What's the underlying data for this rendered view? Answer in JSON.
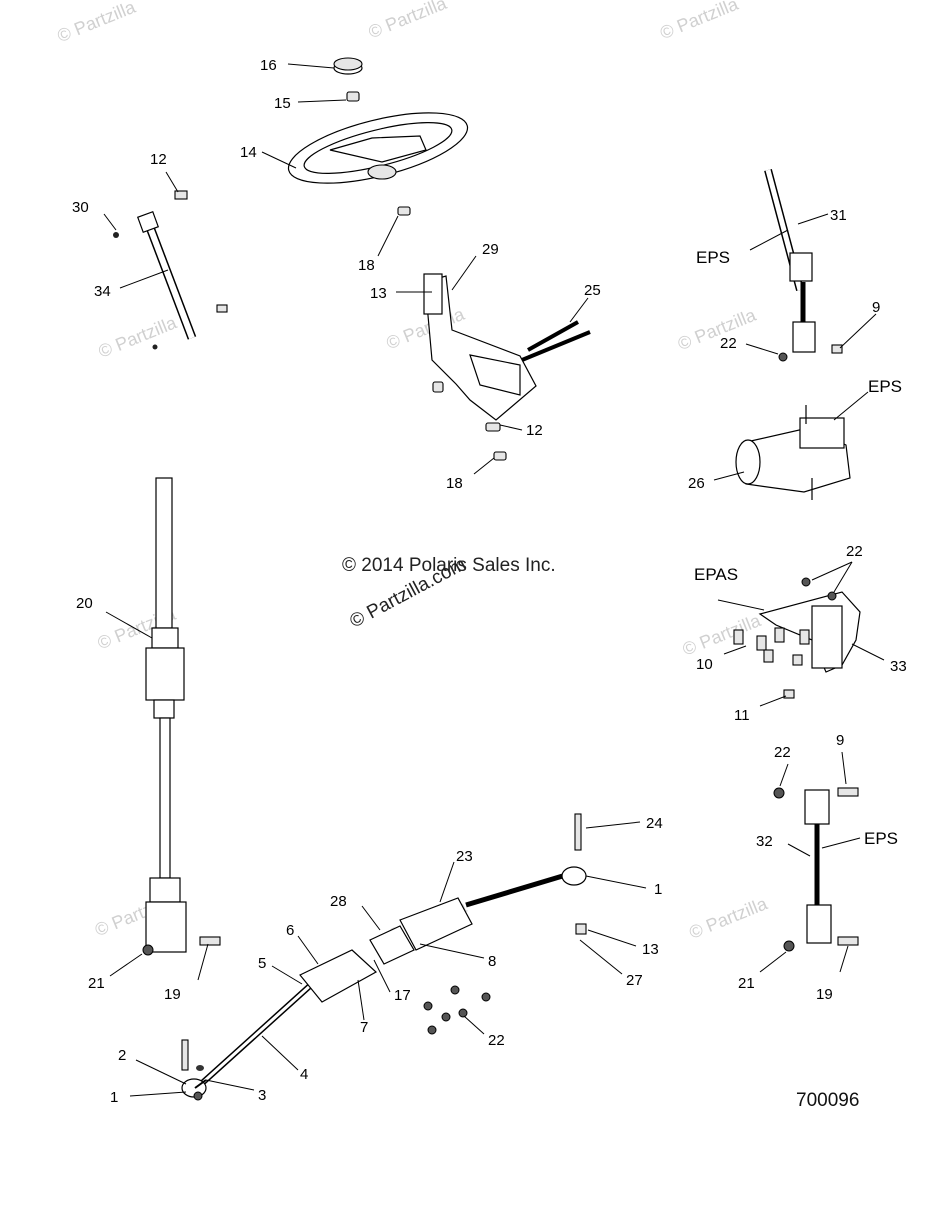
{
  "watermark": "© Partzilla",
  "copyright": "© 2014 Polaris Sales Inc.",
  "site_watermark": "© Partzilla.com",
  "part_number": "700096",
  "labels": {
    "eps": "EPS",
    "epas": "EPAS"
  },
  "callouts": [
    {
      "id": "c16",
      "text": "16"
    },
    {
      "id": "c15",
      "text": "15"
    },
    {
      "id": "c14",
      "text": "14"
    },
    {
      "id": "c12a",
      "text": "12"
    },
    {
      "id": "c30",
      "text": "30"
    },
    {
      "id": "c34",
      "text": "34"
    },
    {
      "id": "c18a",
      "text": "18"
    },
    {
      "id": "c29",
      "text": "29"
    },
    {
      "id": "c25",
      "text": "25"
    },
    {
      "id": "c13a",
      "text": "13"
    },
    {
      "id": "c12b",
      "text": "12"
    },
    {
      "id": "c18b",
      "text": "18"
    },
    {
      "id": "c31",
      "text": "31"
    },
    {
      "id": "c9a",
      "text": "9"
    },
    {
      "id": "c22a",
      "text": "22"
    },
    {
      "id": "c26",
      "text": "26"
    },
    {
      "id": "c22b",
      "text": "22"
    },
    {
      "id": "c10",
      "text": "10"
    },
    {
      "id": "c33",
      "text": "33"
    },
    {
      "id": "c11",
      "text": "11"
    },
    {
      "id": "c20",
      "text": "20"
    },
    {
      "id": "c22c",
      "text": "22"
    },
    {
      "id": "c9b",
      "text": "9"
    },
    {
      "id": "c32",
      "text": "32"
    },
    {
      "id": "c21b",
      "text": "21"
    },
    {
      "id": "c19b",
      "text": "19"
    },
    {
      "id": "c24",
      "text": "24"
    },
    {
      "id": "c23",
      "text": "23"
    },
    {
      "id": "c1b",
      "text": "1"
    },
    {
      "id": "c28",
      "text": "28"
    },
    {
      "id": "c6",
      "text": "6"
    },
    {
      "id": "c5",
      "text": "5"
    },
    {
      "id": "c8",
      "text": "8"
    },
    {
      "id": "c13b",
      "text": "13"
    },
    {
      "id": "c27",
      "text": "27"
    },
    {
      "id": "c17",
      "text": "17"
    },
    {
      "id": "c7",
      "text": "7"
    },
    {
      "id": "c22d",
      "text": "22"
    },
    {
      "id": "c21a",
      "text": "21"
    },
    {
      "id": "c19a",
      "text": "19"
    },
    {
      "id": "c4",
      "text": "4"
    },
    {
      "id": "c2",
      "text": "2"
    },
    {
      "id": "c3",
      "text": "3"
    },
    {
      "id": "c1a",
      "text": "1"
    }
  ]
}
